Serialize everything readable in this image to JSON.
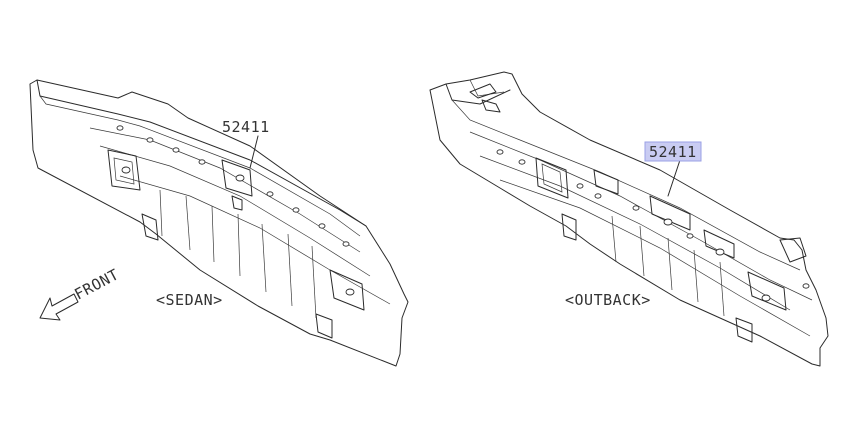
{
  "diagram": {
    "parts": [
      {
        "id": "sedan",
        "part_number": "52411",
        "variant_label": "<SEDAN>"
      },
      {
        "id": "outback",
        "part_number": "52411",
        "variant_label": "<OUTBACK>",
        "part_number_highlight_color": "#c9ccf2"
      }
    ],
    "direction_label": "FRONT",
    "line_color": "#2b2b2b"
  }
}
